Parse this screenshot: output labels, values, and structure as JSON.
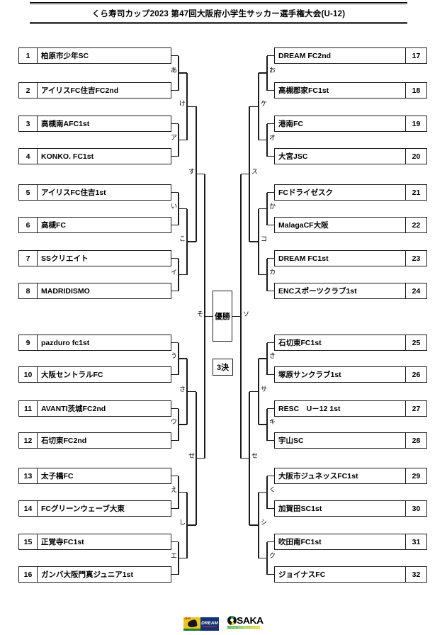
{
  "title": "くら寿司カップ2023 第47回大阪府小学生サッカー選手権大会(U-12)",
  "center": {
    "final_label": "優勝",
    "third_place_label": "3決",
    "final_left_tag": "そ",
    "final_right_tag": "ソ"
  },
  "left_teams": [
    {
      "no": "1",
      "name": "柏原市少年SC"
    },
    {
      "no": "2",
      "name": "アイリスFC住吉FC2nd"
    },
    {
      "no": "3",
      "name": "高槻南AFC1st"
    },
    {
      "no": "4",
      "name": "KONKO. FC1st"
    },
    {
      "no": "5",
      "name": "アイリスFC住吉1st"
    },
    {
      "no": "6",
      "name": "高槻FC"
    },
    {
      "no": "7",
      "name": "SSクリエイト"
    },
    {
      "no": "8",
      "name": "MADRIDISMO"
    },
    {
      "no": "9",
      "name": "pazduro fc1st"
    },
    {
      "no": "10",
      "name": "大阪セントラルFC"
    },
    {
      "no": "11",
      "name": "AVANTI茨城FC2nd"
    },
    {
      "no": "12",
      "name": "石切東FC2nd"
    },
    {
      "no": "13",
      "name": "太子橋FC"
    },
    {
      "no": "14",
      "name": "FCグリーンウェーブ大東"
    },
    {
      "no": "15",
      "name": "正覚寺FC1st"
    },
    {
      "no": "16",
      "name": "ガンバ大阪門真ジュニア1st"
    }
  ],
  "right_teams": [
    {
      "no": "17",
      "name": "DREAM FC2nd"
    },
    {
      "no": "18",
      "name": "高槻郡家FC1st"
    },
    {
      "no": "19",
      "name": "港南FC"
    },
    {
      "no": "20",
      "name": "大宮JSC"
    },
    {
      "no": "21",
      "name": "FCドライゼスク"
    },
    {
      "no": "22",
      "name": "MalagaCF大阪"
    },
    {
      "no": "23",
      "name": "DREAM FC1st"
    },
    {
      "no": "24",
      "name": "ENCスポーツクラブ1st"
    },
    {
      "no": "25",
      "name": "石切東FC1st"
    },
    {
      "no": "26",
      "name": "塚原サンクラブ1st"
    },
    {
      "no": "27",
      "name": "RESC　U－12 1st"
    },
    {
      "no": "28",
      "name": "宇山SC"
    },
    {
      "no": "29",
      "name": "大阪市ジュネッスFC1st"
    },
    {
      "no": "30",
      "name": "加賀田SC1st"
    },
    {
      "no": "31",
      "name": "吹田南FC1st"
    },
    {
      "no": "32",
      "name": "ジョイナスFC"
    }
  ],
  "left_round1_tags": [
    "あ",
    "ア",
    "い",
    "イ",
    "う",
    "ウ",
    "え",
    "エ"
  ],
  "left_round2_tags": [
    "け",
    "こ",
    "さ",
    "し"
  ],
  "left_semi_tags": [
    "す",
    "せ"
  ],
  "right_round1_tags": [
    "お",
    "オ",
    "か",
    "カ",
    "き",
    "キ",
    "く",
    "ク"
  ],
  "right_round2_tags": [
    "ケ",
    "コ",
    "サ",
    "シ"
  ],
  "right_semi_tags": [
    "ス",
    "セ"
  ],
  "footer": {
    "jfa_label": "JFA",
    "dream_label": "DREAM",
    "osaka_label": "SAKA",
    "osaka_sub": "OSAKA FOOTBALL ASSOCIATION",
    "colors": {
      "jfa_yellow": "#edc520",
      "jfa_green": "#1c7c35",
      "dream_navy": "#123272",
      "dream_red": "#e03030",
      "osaka_green": "#1f9e3e",
      "osaka_yellow": "#e8d600"
    }
  }
}
